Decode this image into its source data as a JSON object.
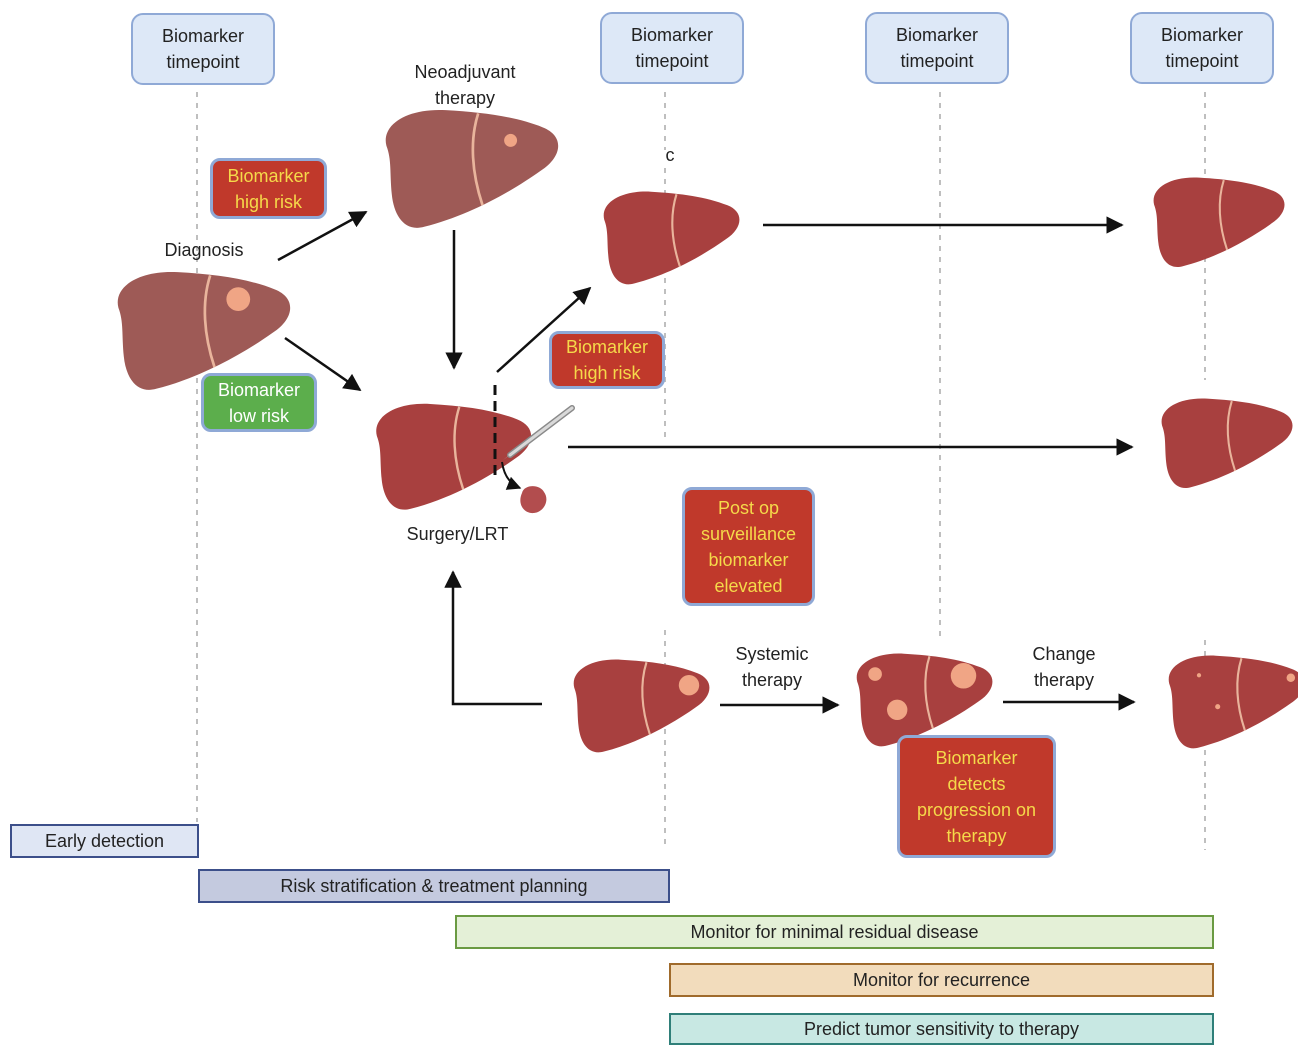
{
  "timepoint_label": [
    "Biomarker",
    "timepoint"
  ],
  "labels": {
    "diagnosis": "Diagnosis",
    "neoadjuvant": [
      "Neoadjuvant",
      "therapy"
    ],
    "surgery": "Surgery/LRT",
    "c_marker": "c",
    "systemic": [
      "Systemic",
      "therapy"
    ],
    "change": [
      "Change",
      "therapy"
    ]
  },
  "badges": {
    "high_risk_1": [
      "Biomarker",
      "high risk"
    ],
    "low_risk": [
      "Biomarker",
      "low risk"
    ],
    "high_risk_2": [
      "Biomarker",
      "high risk"
    ],
    "post_op": [
      "Post op",
      "surveillance",
      "biomarker",
      "elevated"
    ],
    "progression": [
      "Biomarker",
      "detects",
      "progression on",
      "therapy"
    ]
  },
  "bars": {
    "early_detection": "Early detection",
    "risk_stratification": "Risk stratification & treatment planning",
    "mrd": "Monitor for minimal residual disease",
    "recurrence": "Monitor for recurrence",
    "sensitivity": "Predict tumor sensitivity to therapy"
  },
  "colors": {
    "liver_healthy": "#a8403f",
    "liver_diseased": "#9e5a56",
    "tumor": "#f0a585",
    "badge_red": "#c0392b",
    "badge_text": "#f5d94a",
    "badge_green": "#5cae4c",
    "timepoint_fill": "#dde8f7"
  }
}
